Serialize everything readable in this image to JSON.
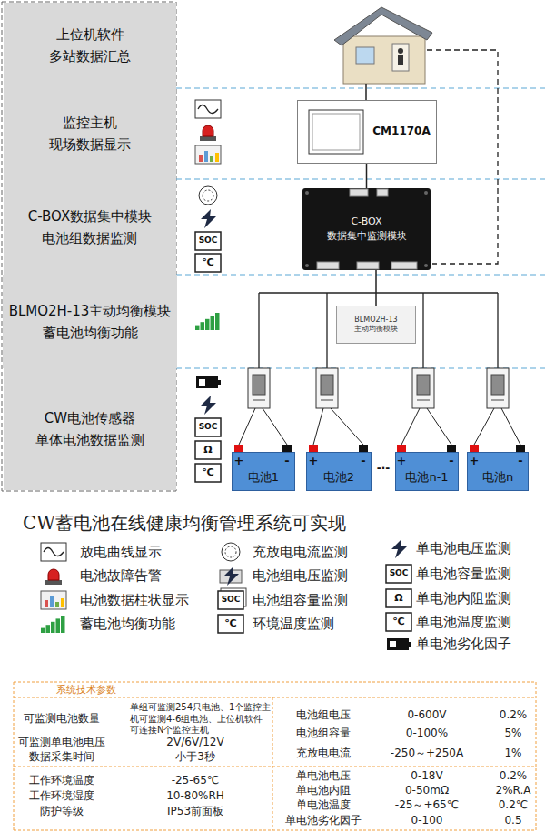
{
  "diagram": {
    "title": "CW蓄电池在线健康均衡管理系统可实现",
    "nodes": [
      {
        "text": [
          "上位机软件",
          "多站数据汇总"
        ]
      },
      {
        "text": [
          "监控主机",
          "现场数据显示"
        ]
      },
      {
        "text": [
          "C-BOX数据集中模块",
          "电池组数据监测"
        ]
      },
      {
        "text": [
          "BLMO2H-13主动均衡模块",
          "蓄电池均衡功能"
        ]
      },
      {
        "text": [
          "CW电池传感器",
          "单体电池数据监测"
        ]
      },
      {
        "text": [
          "CM1170A"
        ]
      },
      {
        "text": [
          "C-BOX",
          "数据集中监测模块"
        ]
      },
      {
        "text": [
          "BLMO2H-13",
          "主动均衡模块"
        ]
      },
      {
        "text": [
          "电池1"
        ]
      },
      {
        "text": [
          "电池2"
        ]
      },
      {
        "text": [
          "电池n-1"
        ]
      },
      {
        "text": [
          "电池n"
        ]
      }
    ],
    "edges": [
      {
        "from": 5,
        "to": 6,
        "arrow": "none"
      },
      {
        "from": 6,
        "to": 7,
        "arrow": "none"
      }
    ],
    "labels": [
      "SOC",
      "℃",
      "SOC",
      "Ω",
      "℃",
      "+",
      "-",
      "+",
      "-",
      "+",
      "-",
      "+",
      "-",
      "-·-",
      "SOC",
      "℃",
      "SOC",
      "Ω",
      "℃",
      "系统技术参数",
      "可监测电池数量",
      "单组可监测254只电池、1个监控主机可监测4-6组电池、上位机软件可连接N个监控主机",
      "可监测单电池电压",
      "2V/6V/12V",
      "数据采集时间",
      "小于3秒",
      "电池组电压",
      "0-600V",
      "0.2%",
      "电池组容量",
      "0-100%",
      "5%",
      "充放电电流",
      "-250～+250A",
      "1%",
      "工作环境温度",
      "-25-65℃",
      "工作环境湿度",
      "10-80%RH",
      "防护等级",
      "IP53前面板",
      "单电池电压",
      "0-18V",
      "0.2%",
      "单电池内阻",
      "0-50mΩ",
      "2%R.A",
      "单电池温度",
      "-25～+65℃",
      "0.2℃",
      "单电池劣化因子",
      "0-100",
      "0.5"
    ],
    "legend": [
      {
        "text": "放电曲线显示"
      },
      {
        "text": "电池故障告警"
      },
      {
        "text": "电池数据柱状显示"
      },
      {
        "text": "蓄电池均衡功能"
      },
      {
        "text": "充放电电流监测"
      },
      {
        "text": "电池组电压监测"
      },
      {
        "text": "电池组容量监测"
      },
      {
        "text": "环境温度监测"
      },
      {
        "text": "单电池电压监测"
      },
      {
        "text": "单电池容量监测"
      },
      {
        "text": "单电池内阻监测"
      },
      {
        "text": "单电池温度监测"
      },
      {
        "text": "单电池劣化因子"
      }
    ]
  }
}
